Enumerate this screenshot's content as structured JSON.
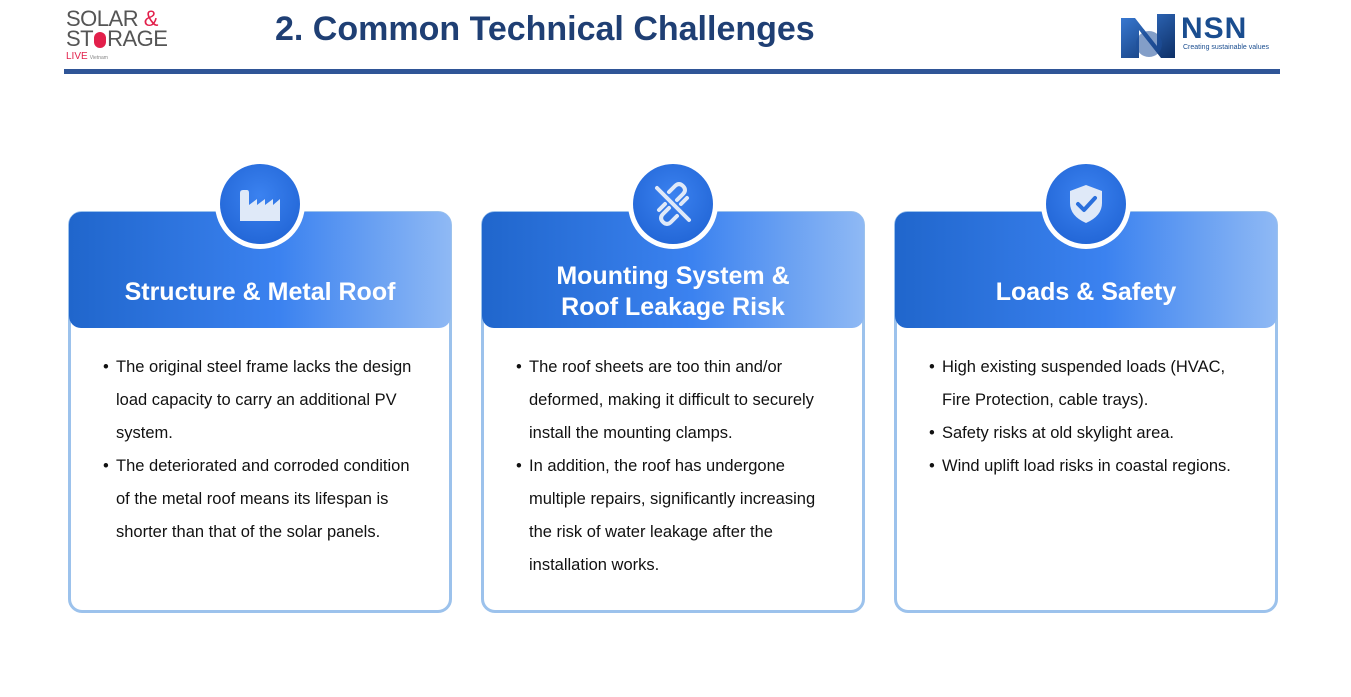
{
  "header": {
    "logo_left_line1": "SOLAR",
    "logo_left_amp": "&",
    "logo_left_line2_a": "ST",
    "logo_left_line2_b": "RAGE",
    "logo_left_line3": "LIVE",
    "logo_left_sub": "Vietnam",
    "title": "2. Common Technical Challenges",
    "logo_right_name": "NSN",
    "logo_right_tagline": "Creating sustainable values"
  },
  "colors": {
    "title": "#1f3f74",
    "rule": "#2f5597",
    "card_gradient_start": "#2066cc",
    "card_gradient_end": "#8fb9f4",
    "card_border": "#9cc2ec",
    "accent_red": "#e2204b"
  },
  "cards": [
    {
      "icon": "factory-icon",
      "title": "Structure & Metal Roof",
      "bullets": [
        "The original steel frame lacks the design load capacity to carry an additional PV system.",
        "The deteriorated and corroded condition of the metal roof means its lifespan is shorter than that of the solar panels."
      ]
    },
    {
      "icon": "broken-link-icon",
      "title_line1": "Mounting System &",
      "title_line2": "Roof Leakage Risk",
      "bullets": [
        "The roof sheets are too thin and/or deformed, making it difficult to securely install the mounting clamps.",
        "In addition, the roof has undergone multiple repairs, significantly increasing the risk of water leakage after the installation works."
      ]
    },
    {
      "icon": "shield-check-icon",
      "title": "Loads & Safety",
      "bullets": [
        "High existing suspended loads (HVAC, Fire Protection, cable trays).",
        "Safety risks at old skylight area.",
        "Wind uplift load risks in coastal regions."
      ]
    }
  ]
}
